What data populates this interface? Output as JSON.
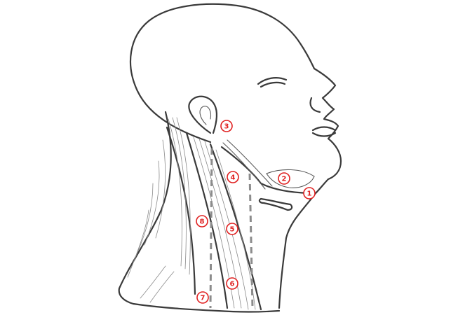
{
  "colors": {
    "line": "#3a3a3a",
    "marker": "#e02020",
    "dashed": "#8c8c8c",
    "background": "#ffffff"
  },
  "markers": [
    {
      "id": "m1",
      "label": "1"
    },
    {
      "id": "m2",
      "label": "2"
    },
    {
      "id": "m3",
      "label": "3"
    },
    {
      "id": "m4",
      "label": "4"
    },
    {
      "id": "m5",
      "label": "5"
    },
    {
      "id": "m6",
      "label": "6"
    },
    {
      "id": "m7",
      "label": "7"
    },
    {
      "id": "m8",
      "label": "8"
    }
  ]
}
